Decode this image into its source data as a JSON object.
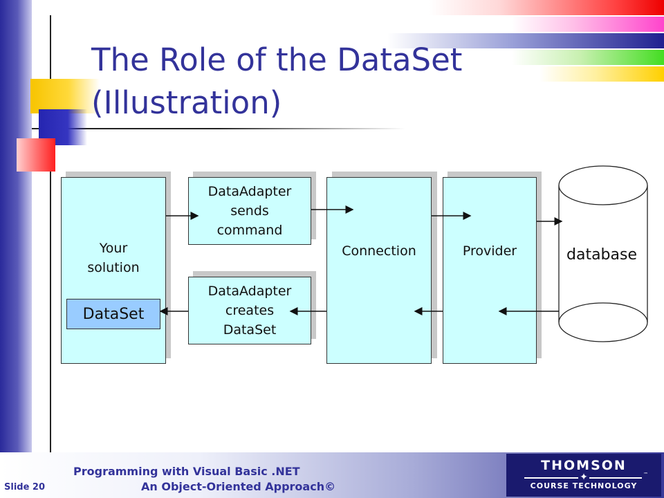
{
  "slide": {
    "title": "The Role of the DataSet (Illustration)"
  },
  "diagram": {
    "your_solution": "Your\nsolution",
    "dataset": "DataSet",
    "adapter_sends": "DataAdapter\nsends\ncommand",
    "adapter_creates": "DataAdapter\ncreates\nDataSet",
    "connection": "Connection",
    "provider": "Provider",
    "database": "database",
    "connections": [
      {
        "from": "Your solution",
        "to": "DataAdapter sends command"
      },
      {
        "from": "DataAdapter sends command",
        "to": "Connection"
      },
      {
        "from": "Connection",
        "to": "Provider"
      },
      {
        "from": "Provider",
        "to": "database"
      },
      {
        "from": "database",
        "to": "Provider"
      },
      {
        "from": "Provider",
        "to": "Connection"
      },
      {
        "from": "Connection",
        "to": "DataAdapter creates DataSet"
      },
      {
        "from": "DataAdapter creates DataSet",
        "to": "DataSet"
      }
    ]
  },
  "footer": {
    "line1": "Programming with Visual Basic .NET",
    "line2": "An Object-Oriented Approach©",
    "slide_number": "Slide 20",
    "logo_main": "THOMSON",
    "logo_sub": "COURSE TECHNOLOGY",
    "logo_tm": "™"
  },
  "colors": {
    "title": "#33339a",
    "box_fill": "#ccffff",
    "dataset_fill": "#99ccff",
    "logo_bg": "#1a1a6e"
  }
}
